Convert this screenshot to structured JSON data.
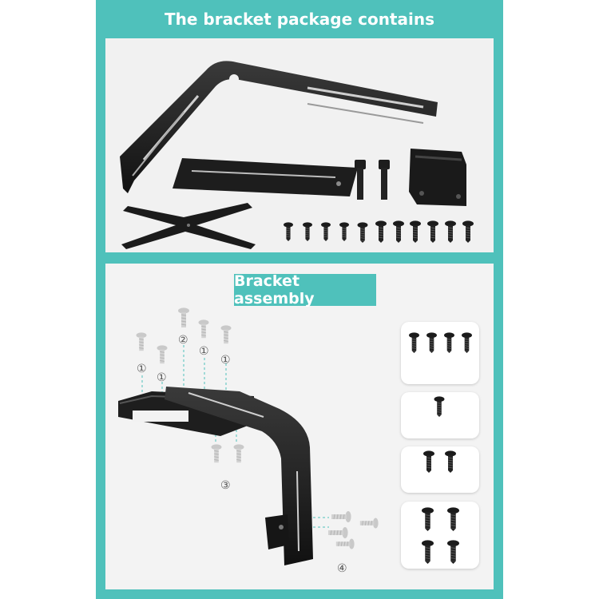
{
  "header": {
    "title": "The bracket package contains"
  },
  "assembly": {
    "title": "Bracket assembly",
    "step_marks": [
      "①",
      "①",
      "②",
      "①",
      "①",
      "③",
      "④"
    ]
  },
  "colors": {
    "teal": "#4fc1bb",
    "metal": "#1c1c1c",
    "panel": "#f1f1f1"
  }
}
